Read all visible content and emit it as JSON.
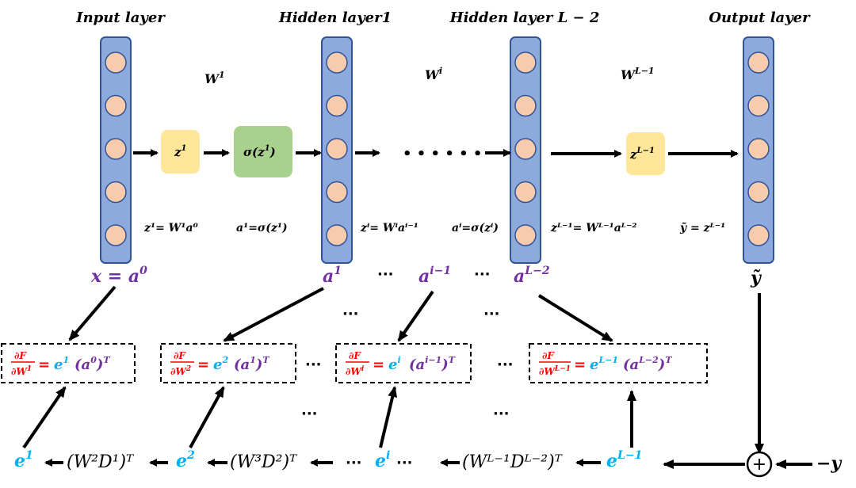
{
  "colors": {
    "layer_fill": "#8EA9DB",
    "layer_stroke": "#2F5597",
    "neuron_fill": "#F8CBAD",
    "neuron_stroke": "#2F5597",
    "z_box_fill": "#FFE699",
    "sigma_box_fill": "#A9D18E",
    "activation_purple": "#7030A0",
    "gradient_red": "#FF0000",
    "error_blue": "#00B0F0",
    "arrow": "#000000"
  },
  "layers": [
    {
      "title": "Input layer",
      "below_label": "x = a",
      "below_sup": "0",
      "label_color": "purple"
    },
    {
      "title": "Hidden layer1",
      "below_label": "a",
      "below_sup": "1",
      "label_color": "purple"
    },
    {
      "title": "Hidden layer L − 2",
      "below_label": "a",
      "below_sup": "L−2",
      "label_color": "purple"
    },
    {
      "title": "Output layer",
      "below_label": "ỹ",
      "below_sup": "",
      "label_color": "black"
    }
  ],
  "weights": [
    {
      "base": "W",
      "sup": "1"
    },
    {
      "base": "W",
      "sup": "i"
    },
    {
      "base": "W",
      "sup": "L−1"
    }
  ],
  "nodes": {
    "z1": {
      "base": "z",
      "sup": "1"
    },
    "sigma": {
      "text": "σ(z",
      "sup": "1",
      "close": ")"
    },
    "zL1": {
      "base": "z",
      "sup": "L−1"
    }
  },
  "forward_dots": "• • •   • • •",
  "equations": [
    {
      "text": "z¹= W¹a⁰"
    },
    {
      "text": "a¹=σ(z¹)"
    },
    {
      "text": "zⁱ= Wⁱaⁱ⁻¹"
    },
    {
      "text": "aⁱ=σ(zⁱ)"
    },
    {
      "text": "zᴸ⁻¹= Wᴸ⁻¹aᴸ⁻²"
    },
    {
      "text": "ỹ = zᴸ⁻¹"
    }
  ],
  "activation_row": {
    "mid_label": "a",
    "mid_sup": "i−1",
    "ellipsis": "···"
  },
  "gradient_boxes": [
    {
      "num": "∂F",
      "den": "∂W",
      "den_sup": "1",
      "e_sup": "1",
      "a_sup": "0"
    },
    {
      "num": "∂F",
      "den": "∂W",
      "den_sup": "2",
      "e_sup": "2",
      "a_sup": "1"
    },
    {
      "num": "∂F",
      "den": "∂W",
      "den_sup": "i",
      "e_sup": "i",
      "a_sup": "i−1"
    },
    {
      "num": "∂F",
      "den": "∂W",
      "den_sup": "L−1",
      "e_sup": "L−1",
      "a_sup": "L−2"
    }
  ],
  "gradient_parts": {
    "equals": "=",
    "e": "e",
    "a_open": "(a",
    "a_close": ")",
    "T": "T"
  },
  "ellipsis": "···",
  "backward": {
    "e1": {
      "base": "e",
      "sup": "1"
    },
    "term1": "(W²D¹)ᵀ",
    "e2": {
      "base": "e",
      "sup": "2"
    },
    "term2": "(W³D²)ᵀ",
    "ei": {
      "base": "e",
      "sup": "i"
    },
    "term3": "(Wᴸ⁻¹Dᴸ⁻²)ᵀ",
    "eL1": {
      "base": "e",
      "sup": "L−1"
    },
    "plus": "+",
    "neg_y": "−y"
  }
}
